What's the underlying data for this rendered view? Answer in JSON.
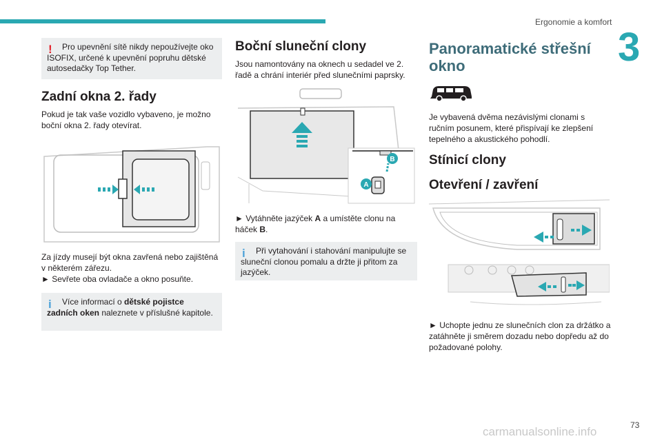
{
  "header": {
    "section": "Ergonomie a komfort",
    "chapter": "3"
  },
  "col1": {
    "warning": "Pro upevnění sítě nikdy nepoužívejte oko ISOFIX, určené k upevnění popruhu dětské autosedačky Top Tether.",
    "title": "Zadní okna 2. řady",
    "intro": "Pokud je tak vaše vozidlo vybaveno, je možno boční okna 2. řady otevírat.",
    "body1": "Za jízdy musejí být okna zavřená nebo zajištěná v některém zářezu.",
    "step": "► Sevřete oba ovladače a okno posuňte.",
    "info_pre": "Více informací o ",
    "info_bold": "dětské pojistce zadních oken",
    "info_post": " naleznete v příslušné kapitole."
  },
  "col2": {
    "title": "Boční sluneční clony",
    "intro": "Jsou namontovány na oknech u sedadel ve 2. řadě a chrání interiér před slunečními paprsky.",
    "label_a": "A",
    "label_b": "B",
    "step_pre": "► Vytáhněte jazýček ",
    "step_a": "A",
    "step_mid": " a umístěte clonu na háček ",
    "step_b": "B",
    "step_end": ".",
    "info": "Při vytahování i stahování manipulujte se sluneční clonou pomalu a držte ji přitom za jazýček."
  },
  "col3": {
    "title": "Panoramatické střešní okno",
    "intro": "Je vybavená dvěma nezávislými clonami s ručním posunem, které přispívají ke zlepšení tepelného a akustického pohodlí.",
    "h_sun": "Stínicí clony",
    "h_open": "Otevření / zavření",
    "step": "► Uchopte jednu ze slunečních clon za držátko a zatáhněte ji směrem dozadu nebo dopředu až do požadované polohy."
  },
  "footer": {
    "page": "73",
    "watermark": "carmanualsonline.info"
  },
  "colors": {
    "accent": "#2aa8b2",
    "warning": "#e3212b",
    "info": "#4fa3d9",
    "box_bg": "#eceeef"
  }
}
